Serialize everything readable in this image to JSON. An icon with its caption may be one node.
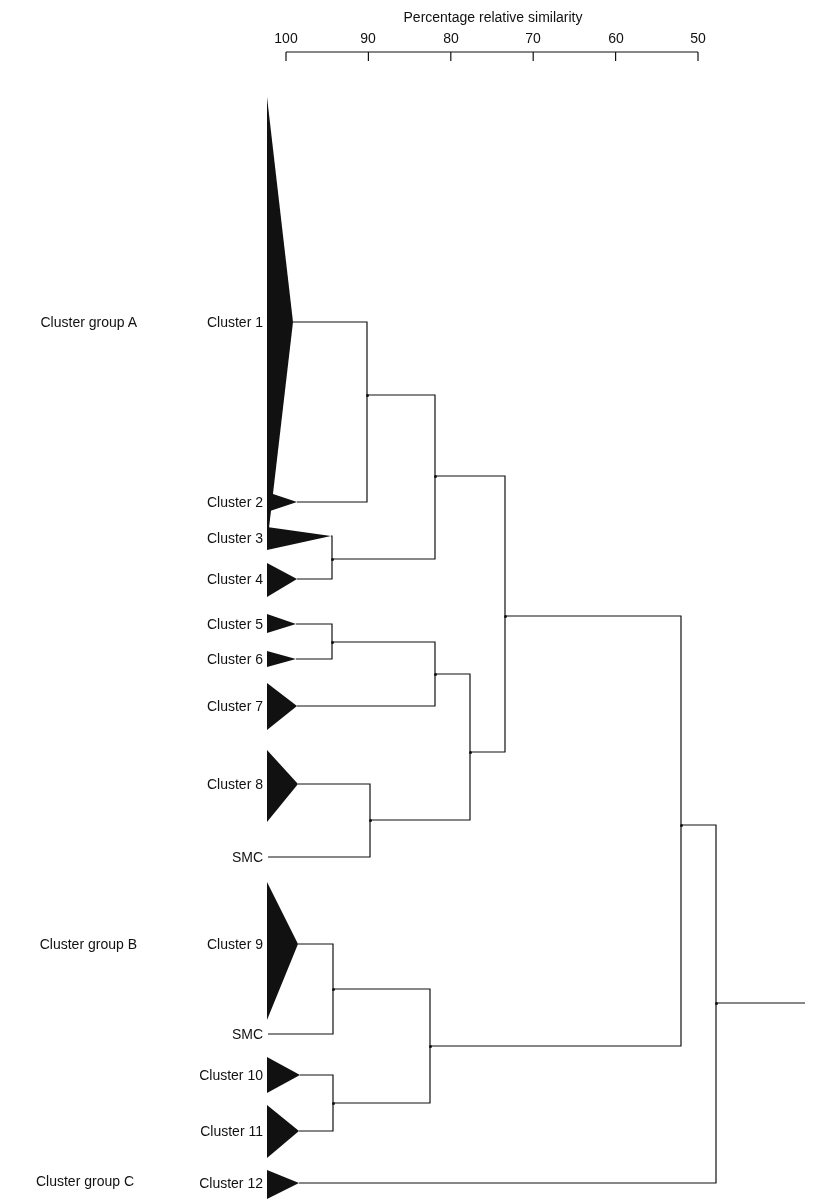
{
  "diagram": {
    "nodes": [
      {
        "text": [
          "Cluster 1"
        ]
      },
      {
        "text": [
          "Cluster 2"
        ]
      },
      {
        "text": [
          "Cluster 3"
        ]
      },
      {
        "text": [
          "Cluster 4"
        ]
      },
      {
        "text": [
          "Cluster 5"
        ]
      },
      {
        "text": [
          "Cluster 6"
        ]
      },
      {
        "text": [
          "Cluster 7"
        ]
      },
      {
        "text": [
          "Cluster 8"
        ]
      },
      {
        "text": [
          "SMC"
        ]
      },
      {
        "text": [
          "Cluster 9"
        ]
      },
      {
        "text": [
          "SMC"
        ]
      },
      {
        "text": [
          "Cluster 10"
        ]
      },
      {
        "text": [
          "Cluster 11"
        ]
      },
      {
        "text": [
          "Cluster 12"
        ]
      },
      {
        "text": [],
        "shape": "point"
      },
      {
        "text": [],
        "shape": "point"
      },
      {
        "text": [],
        "shape": "point"
      },
      {
        "text": [],
        "shape": "point"
      },
      {
        "text": [],
        "shape": "point"
      },
      {
        "text": [],
        "shape": "point"
      },
      {
        "text": [],
        "shape": "point"
      },
      {
        "text": [],
        "shape": "point"
      },
      {
        "text": [],
        "shape": "point"
      },
      {
        "text": [],
        "shape": "point"
      },
      {
        "text": [],
        "shape": "point"
      },
      {
        "text": [],
        "shape": "point"
      },
      {
        "text": [],
        "shape": "point"
      }
    ],
    "edges": [
      {
        "from": 0,
        "to": 14,
        "arrow": "none"
      },
      {
        "from": 1,
        "to": 14,
        "arrow": "none"
      },
      {
        "from": 2,
        "to": 15,
        "arrow": "none"
      },
      {
        "from": 3,
        "to": 15,
        "arrow": "none"
      },
      {
        "from": 14,
        "to": 16,
        "arrow": "none"
      },
      {
        "from": 15,
        "to": 16,
        "arrow": "none"
      },
      {
        "from": 4,
        "to": 17,
        "arrow": "none"
      },
      {
        "from": 5,
        "to": 17,
        "arrow": "none"
      },
      {
        "from": 17,
        "to": 18,
        "arrow": "none"
      },
      {
        "from": 6,
        "to": 18,
        "arrow": "none"
      },
      {
        "from": 7,
        "to": 19,
        "arrow": "none"
      },
      {
        "from": 8,
        "to": 19,
        "arrow": "none"
      },
      {
        "from": 18,
        "to": 20,
        "arrow": "none"
      },
      {
        "from": 19,
        "to": 20,
        "arrow": "none"
      },
      {
        "from": 16,
        "to": 21,
        "arrow": "none"
      },
      {
        "from": 20,
        "to": 21,
        "arrow": "none"
      },
      {
        "from": 9,
        "to": 22,
        "arrow": "none"
      },
      {
        "from": 10,
        "to": 22,
        "arrow": "none"
      },
      {
        "from": 11,
        "to": 23,
        "arrow": "none"
      },
      {
        "from": 12,
        "to": 23,
        "arrow": "none"
      },
      {
        "from": 22,
        "to": 24,
        "arrow": "none"
      },
      {
        "from": 23,
        "to": 24,
        "arrow": "none"
      },
      {
        "from": 21,
        "to": 25,
        "arrow": "none"
      },
      {
        "from": 24,
        "to": 25,
        "arrow": "none"
      },
      {
        "from": 25,
        "to": 26,
        "arrow": "none"
      },
      {
        "from": 13,
        "to": 26,
        "arrow": "none"
      },
      {
        "from": 26,
        "to": null,
        "arrow": "none"
      }
    ],
    "labels": [
      "Percentage relative similarity",
      "100",
      "90",
      "80",
      "70",
      "60",
      "50",
      "Cluster group A",
      "Cluster group B",
      "Cluster group C"
    ]
  }
}
